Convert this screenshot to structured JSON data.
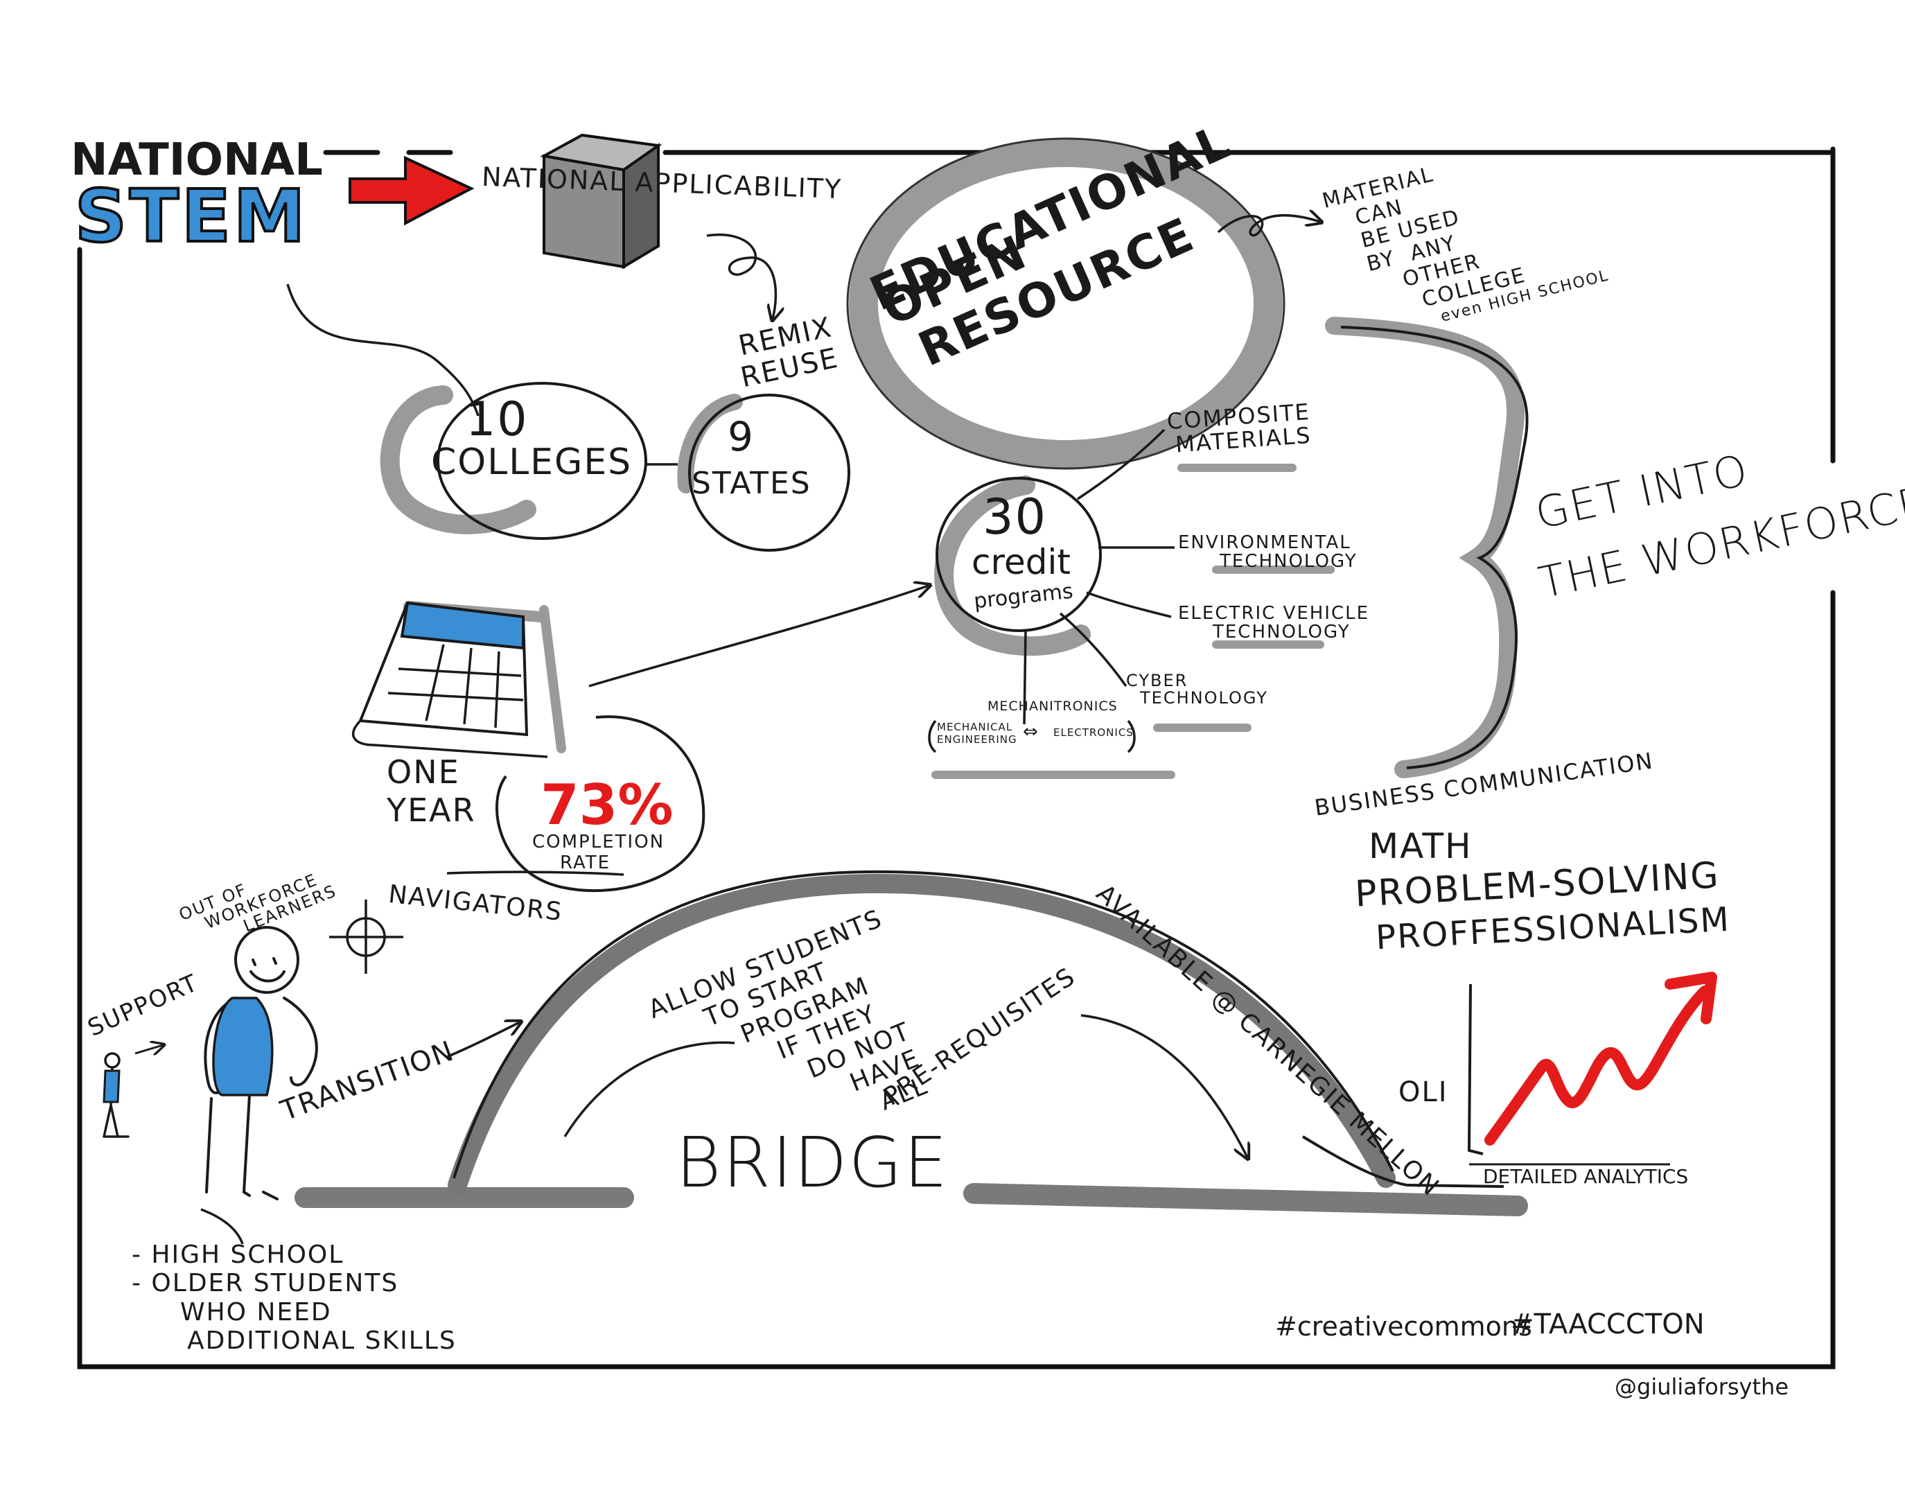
{
  "header": {
    "national": "NATIONAL",
    "stem": "STEM",
    "national_applicability": "NATIONAL APPLICABILITY",
    "remix": "REMIX",
    "reuse": "REUSE"
  },
  "oer": {
    "line1": "OPEN",
    "line2": "EDUCATIONAL",
    "line3": "RESOURCE"
  },
  "material_note": [
    "MATERIAL",
    "CAN",
    "BE USED",
    "BY",
    "ANY",
    "OTHER",
    "COLLEGE",
    "even HIGH SCHOOL"
  ],
  "colleges": {
    "number": "10",
    "label": "COLLEGES"
  },
  "states": {
    "number": "9",
    "label": "STATES"
  },
  "credit": {
    "number": "30",
    "credit": "credit",
    "programs": "programs"
  },
  "programs": {
    "composite": [
      "COMPOSITE",
      "MATERIALS"
    ],
    "environmental": [
      "ENVIRONMENTAL",
      "TECHNOLOGY"
    ],
    "electric": [
      "ELECTRIC VEHICLE",
      "TECHNOLOGY"
    ],
    "cyber": [
      "CYBER",
      "TECHNOLOGY"
    ],
    "mechatronics": "MECHANITRONICS",
    "mechanical": [
      "MECHANICAL",
      "ENGINEERING"
    ],
    "electronics": "ELECTRONICS"
  },
  "workforce": {
    "line1": "GET INTO",
    "line2": "THE WORKFORCE"
  },
  "one_year": {
    "line1": "ONE",
    "line2": "YEAR"
  },
  "completion": {
    "percent": "73%",
    "label1": "COMPLETION",
    "label2": "RATE"
  },
  "learners": {
    "out_of": [
      "OUT OF",
      "WORKFORCE",
      "LEARNERS"
    ],
    "navigators": "NAVIGATORS",
    "support": "SUPPORT",
    "transition": "TRANSITION",
    "audience": [
      "- HIGH SCHOOL",
      "- OLDER STUDENTS",
      "WHO NEED",
      "ADDITIONAL SKILLS"
    ]
  },
  "bridge": {
    "label": "BRIDGE",
    "allow": [
      "ALLOW STUDENTS",
      "TO START",
      "PROGRAM",
      "IF THEY",
      "DO NOT",
      "HAVE",
      "ALL",
      "PRE-REQUISITES"
    ],
    "available": "AVAILABLE @ CARNEGIE MELLON",
    "oli": "OLI"
  },
  "skills": [
    "BUSINESS COMMUNICATION",
    "MATH",
    "PROBLEM-SOLVING",
    "PROFFESSIONALISM"
  ],
  "analytics": "DETAILED ANALYTICS",
  "footer": {
    "hashtag1": "#creativecommons",
    "hashtag2": "#TAACCCTON",
    "credit": "@giuliaforsythe"
  },
  "colors": {
    "ink": "#1a1a1a",
    "shadow": "#8f8f8f",
    "blue": "#3a8ed4",
    "red": "#e41b1b"
  }
}
